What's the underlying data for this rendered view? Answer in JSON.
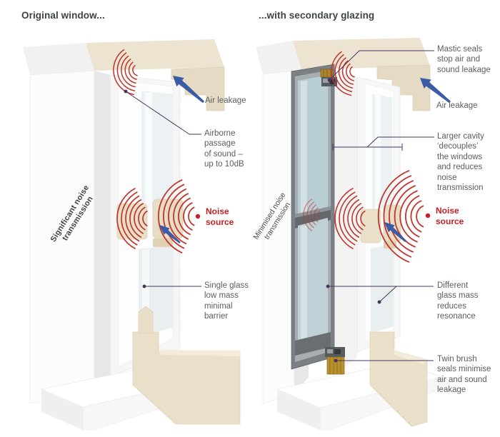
{
  "left": {
    "title": "Original window...",
    "rotated_label": "Significant noise\ntransmission",
    "air_leakage": "Air leakage",
    "airborne": "Airborne\npassage\nof sound –\nup to 10dB",
    "noise_source": "Noise\nsource",
    "single_glass": "Single glass\nlow mass\nminimal\nbarrier"
  },
  "right": {
    "title": "...with secondary glazing",
    "rotated_label": "Minimised noise\ntransmission",
    "mastic_seals": "Mastic seals\nstop air and\nsound leakage",
    "air_leakage": "Air leakage",
    "larger_cavity": "Larger cavity\n‘decouples’\nthe windows\nand reduces\nnoise\ntransmission",
    "noise_source": "Noise\nsource",
    "different_glass": "Different\nglass mass\nreduces\nresonance",
    "twin_brush": "Twin brush\nseals minimise\nair and sound\nleakage"
  },
  "colors": {
    "noise_wave_red": "#bf362c",
    "noise_label_red": "#c32126",
    "air_arrow_blue": "#3b5ca4",
    "leader_purple": "#46345c",
    "annotation_text": "#5b5e61",
    "title_text": "#3e4347",
    "masonry_beige": "#e9dfca",
    "secondary_glass_blue": "#b9ced4",
    "seal_gold": "#b8912f"
  },
  "icons": {
    "sound_waves": "concentric red arcs",
    "air_leakage_arrow": "tapered blue arrow",
    "leader_dot": "small purple dot",
    "noise_bullet": "red dot"
  }
}
